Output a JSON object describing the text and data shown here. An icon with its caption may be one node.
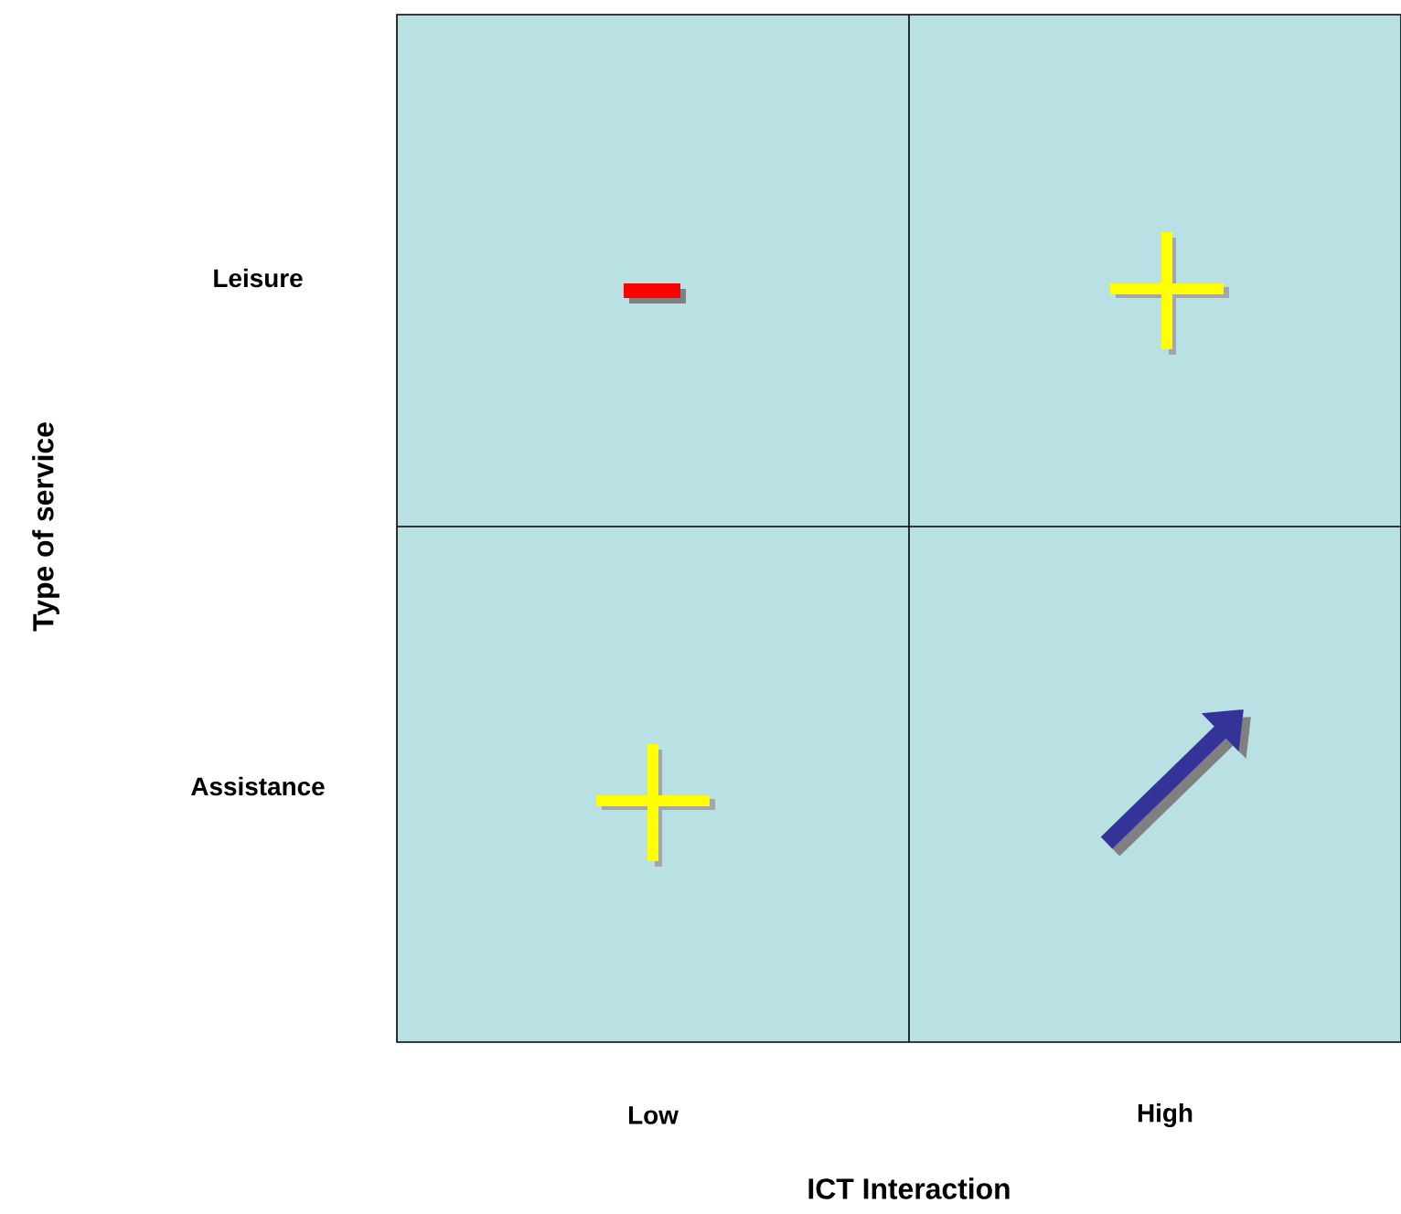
{
  "diagram": {
    "labels": [
      "Leisure",
      "Type of service",
      "Assistance",
      "Low",
      "High",
      "ICT Interaction"
    ]
  }
}
